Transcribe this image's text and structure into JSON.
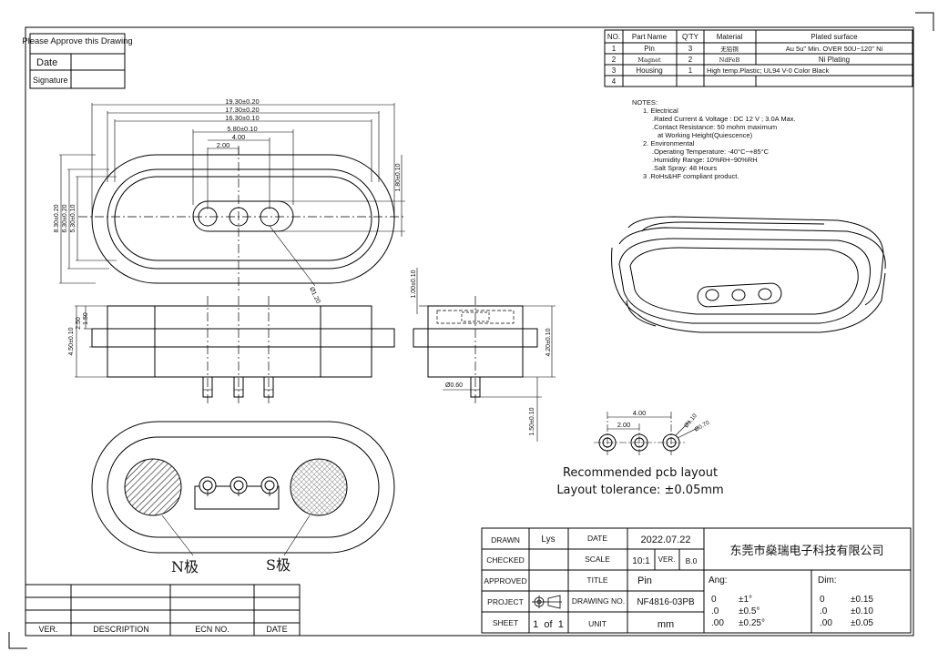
{
  "approval": {
    "title": "Please Approve this Drawing",
    "date_label": "Date",
    "signature_label": "Signature"
  },
  "bom": {
    "headers": [
      "NO.",
      "Part Name",
      "Q'TY",
      "Material",
      "Plated surface"
    ],
    "rows": [
      {
        "no": "1",
        "part": "Pin",
        "qty": "3",
        "material": "无铅铜",
        "plating": "Au 5u\" Min. OVER 50U~120\" Ni"
      },
      {
        "no": "2",
        "part": "Magnet",
        "qty": "2",
        "material": "NdFeB",
        "plating": "Ni Plating"
      },
      {
        "no": "3",
        "part": "Housing",
        "qty": "1",
        "material": "High temp.Plastic; UL94 V-0 Color Black",
        "plating": ""
      },
      {
        "no": "4",
        "part": "",
        "qty": "",
        "material": "",
        "plating": ""
      }
    ]
  },
  "notes": [
    "NOTES:",
    "1. Electrical",
    ".Rated Current & Voltage : DC 12 V ; 3.0A Max.",
    ".Contact Resistance: 50 mohm maximum",
    "at Working Height(Quiescence)",
    "2. Environmental",
    ".Operating Temperature: -40°C~+85°C",
    ".Humidity Range: 10%RH~90%RH",
    ".Salt Spray: 48 Hours",
    "3 .RoHs&HF compliant product."
  ],
  "dims": {
    "w1": "19.30±0.20",
    "w2": "17.30±0.20",
    "w3": "16.30±0.10",
    "w4": "5.80±0.10",
    "w5": "4.00",
    "w6": "2.00",
    "h1": "8.30±0.20",
    "h2": "6.30±0.20",
    "h3": "5.30±0.10",
    "h4": "1.80±0.10",
    "dia_pin": "Ø1.20",
    "side_h1": "4.50±0.10",
    "side_h2": "2.50",
    "side_h3": "1.50",
    "end_h1": "1.00±0.10",
    "end_h2": "4.20±0.10",
    "end_h3": "1.50±0.10",
    "end_dia": "Ø0.60",
    "pcb_w1": "4.00",
    "pcb_w2": "2.00",
    "pcb_d1": "Ø1.10",
    "pcb_d2": "Ø0.70"
  },
  "pcb": {
    "caption1": "Recommended pcb layout",
    "caption2": "Layout tolerance: ±0.05mm"
  },
  "poles": {
    "n": "N极",
    "s": "S极"
  },
  "revision": {
    "headers": [
      "VER.",
      "DESCRIPTION",
      "ECN NO.",
      "DATE"
    ]
  },
  "title_block": {
    "drawn_label": "DRAWN",
    "drawn": "Lys",
    "date_label": "DATE",
    "date": "2022.07.22",
    "company": "东莞市燊瑞电子科技有限公司",
    "checked_label": "CHECKED",
    "scale_label": "SCALE",
    "scale": "10:1",
    "ver_label": "VER.",
    "ver": "B.0",
    "approved_label": "APPROVED",
    "title_label": "TITLE",
    "title": "Pin",
    "project_label": "PROJECT",
    "drawing_no_label": "DRAWING NO.",
    "drawing_no": "NF4816-03PB",
    "sheet_label": "SHEET",
    "sheet": "1  of  1",
    "unit_label": "UNIT",
    "unit": "mm",
    "ang_label": "Ang:",
    "dim_label": "Dim:",
    "ang": [
      [
        "0",
        "±1°"
      ],
      [
        ".0",
        "±0.5°"
      ],
      [
        ".00",
        "±0.25°"
      ]
    ],
    "dim": [
      [
        "0",
        "±0.15"
      ],
      [
        ".0",
        "±0.10"
      ],
      [
        ".00",
        "±0.05"
      ]
    ]
  }
}
